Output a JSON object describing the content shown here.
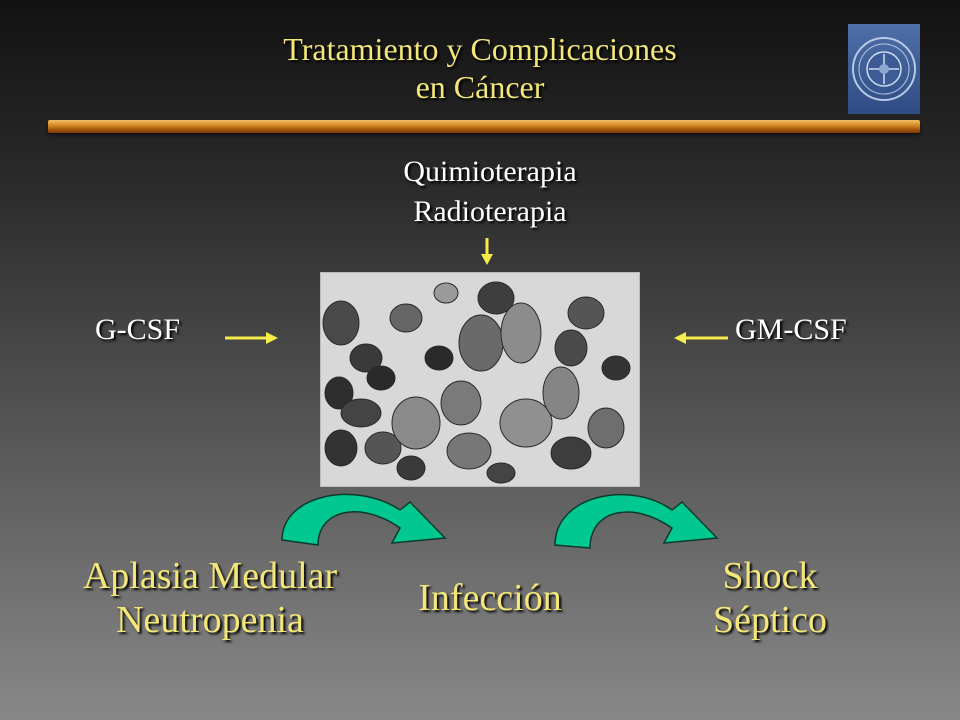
{
  "title": {
    "line1": "Tratamiento y Complicaciones",
    "line2": "en Cáncer"
  },
  "logo": {
    "icon": "university-seal-icon"
  },
  "treatment": {
    "line1": "Quimioterapia",
    "line2": "Radioterapia"
  },
  "left_factor": "G-CSF",
  "right_factor": "GM-CSF",
  "image": {
    "icon": "bone-marrow-micrograph"
  },
  "outcomes": {
    "aplasia_line1": "Aplasia Medular",
    "aplasia_line2": "Neutropenia",
    "infection": "Infección",
    "shock_line1": "Shock",
    "shock_line2": "Séptico"
  },
  "colors": {
    "title_yellow": "#f4e77a",
    "rule_orange": "#d68a24",
    "arrow_green": "#00c890",
    "arrow_yellow": "#f6ec4a"
  }
}
